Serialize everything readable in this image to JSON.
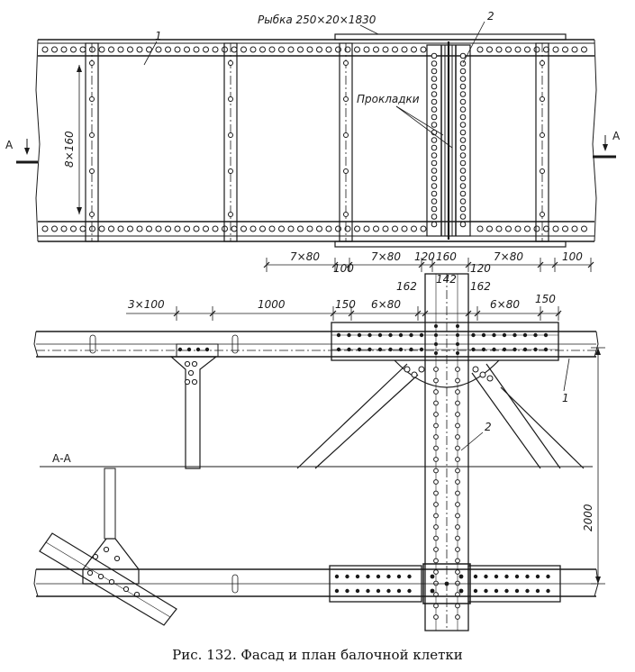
{
  "labels": {
    "fishplate": "Рыбка 250×20×1830",
    "num1": "1",
    "num2": "2",
    "spacers": "Прокладки",
    "ribs_spacing": "8×160",
    "section_left": "А",
    "section_right": "А",
    "section_aa": "А-А",
    "num1_plan": "1",
    "num2_plan": "2"
  },
  "dims_facade": [
    "7×80",
    "100",
    "7×80",
    "120",
    "160",
    "120",
    "7×80",
    "100"
  ],
  "dims_plan": [
    "3×100",
    "1000",
    "150",
    "6×80",
    "162",
    "142",
    "162",
    "6×80",
    "150"
  ],
  "dim_vertical": "2000",
  "caption": "Рис. 132. Фасад и план балочной клетки"
}
